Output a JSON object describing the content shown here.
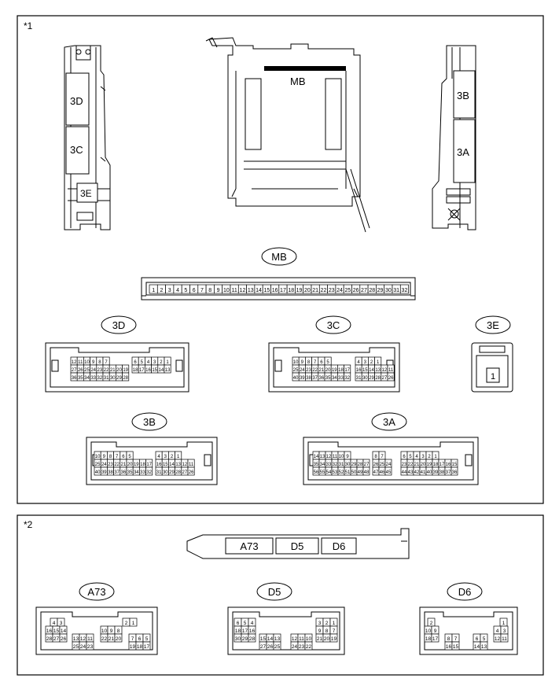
{
  "panels": [
    {
      "id": "p1",
      "label": "*1"
    },
    {
      "id": "p2",
      "label": "*2"
    }
  ],
  "views": {
    "left_labels": [
      "3D",
      "3C",
      "3E"
    ],
    "center_label": "MB",
    "right_labels": [
      "3B",
      "3A"
    ]
  },
  "connectors": {
    "MB": {
      "name": "MB",
      "pins": [
        "1",
        "2",
        "3",
        "4",
        "5",
        "6",
        "7",
        "8",
        "9",
        "10",
        "11",
        "12",
        "13",
        "14",
        "15",
        "16",
        "17",
        "18",
        "19",
        "20",
        "21",
        "22",
        "23",
        "24",
        "25",
        "26",
        "27",
        "28",
        "29",
        "30",
        "31",
        "32"
      ]
    },
    "3D": {
      "name": "3D",
      "groups": [
        [
          [
            "12",
            "11",
            "10",
            "9",
            "8",
            "7"
          ],
          [
            "27",
            "26",
            "25",
            "24",
            "23",
            "22",
            "21",
            "20",
            "19"
          ],
          [
            "36",
            "35",
            "34",
            "33",
            "32",
            "31",
            "30",
            "29",
            "28"
          ]
        ],
        [
          [
            "6",
            "5",
            "4",
            "3",
            "2",
            "1"
          ],
          [
            "18",
            "17",
            "16",
            "15",
            "14",
            "13"
          ]
        ]
      ]
    },
    "3C": {
      "name": "3C",
      "groups": [
        [
          [
            "10",
            "9",
            "8",
            "7",
            "6",
            "5"
          ],
          [
            "25",
            "24",
            "23",
            "22",
            "21",
            "20",
            "19",
            "18",
            "17"
          ],
          [
            "40",
            "39",
            "38",
            "37",
            "36",
            "35",
            "34",
            "33",
            "32"
          ]
        ],
        [
          [
            "4",
            "3",
            "2",
            "1"
          ],
          [
            "16",
            "15",
            "14",
            "13",
            "12",
            "11"
          ],
          [
            "31",
            "30",
            "29",
            "28",
            "27",
            "26"
          ]
        ]
      ]
    },
    "3E": {
      "name": "3E",
      "pins": [
        "1"
      ]
    },
    "3B": {
      "name": "3B",
      "groups": [
        [
          [
            "10",
            "9",
            "8",
            "7",
            "6",
            "5"
          ],
          [
            "25",
            "24",
            "23",
            "22",
            "21",
            "20",
            "19",
            "18",
            "17"
          ],
          [
            "40",
            "39",
            "38",
            "37",
            "36",
            "35",
            "34",
            "33",
            "32"
          ]
        ],
        [
          [
            "4",
            "3",
            "2",
            "1"
          ],
          [
            "16",
            "15",
            "14",
            "13",
            "12",
            "11"
          ],
          [
            "31",
            "30",
            "29",
            "28",
            "27",
            "26"
          ]
        ]
      ]
    },
    "3A": {
      "name": "3A",
      "groups": [
        [
          [
            "14",
            "13",
            "12",
            "11",
            "10",
            "9"
          ],
          [
            "35",
            "34",
            "33",
            "32",
            "31",
            "30",
            "29",
            "28",
            "27"
          ],
          [
            "56",
            "55",
            "54",
            "53",
            "52",
            "51",
            "50",
            "49",
            "48"
          ]
        ],
        [
          [
            "8",
            "7"
          ],
          [
            "26",
            "25",
            "24"
          ],
          [
            "47",
            "46",
            "45"
          ]
        ],
        [
          [
            "6",
            "5",
            "4",
            "3",
            "2",
            "1"
          ],
          [
            "23",
            "22",
            "21",
            "20",
            "19",
            "18",
            "17",
            "16",
            "15"
          ],
          [
            "44",
            "43",
            "42",
            "41",
            "40",
            "39",
            "38",
            "37",
            "36"
          ]
        ]
      ]
    }
  },
  "sensor_labels": [
    "A73",
    "D5",
    "D6"
  ],
  "panel2_connectors": {
    "A73": {
      "name": "A73",
      "groups": [
        [
          [
            "4",
            "3"
          ],
          [
            "16",
            "15",
            "14"
          ],
          [
            "28",
            "27",
            "26"
          ]
        ],
        [
          [
            "13",
            "12",
            "11"
          ],
          [
            "25",
            "24",
            "23"
          ]
        ],
        [
          [
            "2",
            "1"
          ],
          [
            "10",
            "9",
            "8"
          ],
          [
            "22",
            "21",
            "20"
          ]
        ],
        [
          [
            "7",
            "6",
            "5"
          ],
          [
            "19",
            "18",
            "17"
          ]
        ]
      ]
    },
    "D5": {
      "name": "D5",
      "groups": [
        [
          [
            "6",
            "5",
            "4"
          ],
          [
            "18",
            "17",
            "16"
          ],
          [
            "30",
            "29",
            "28"
          ]
        ],
        [
          [
            "15",
            "14",
            "13"
          ],
          [
            "27",
            "26",
            "25"
          ]
        ],
        [
          [
            "12",
            "11",
            "10"
          ],
          [
            "24",
            "23",
            "22"
          ]
        ],
        [
          [
            "3",
            "2",
            "1"
          ],
          [
            "9",
            "8",
            "7"
          ],
          [
            "21",
            "20",
            "19"
          ]
        ]
      ]
    },
    "D6": {
      "name": "D6",
      "groups": [
        [
          [
            "2"
          ],
          [
            "10",
            "9"
          ],
          [
            "18",
            "17"
          ]
        ],
        [
          [
            "8",
            "7"
          ],
          [
            "16",
            "15"
          ]
        ],
        [
          [
            "6",
            "5"
          ],
          [
            "14",
            "13"
          ]
        ],
        [
          [
            "1"
          ],
          [
            "4",
            "3"
          ],
          [
            "12",
            "11"
          ]
        ]
      ]
    }
  }
}
